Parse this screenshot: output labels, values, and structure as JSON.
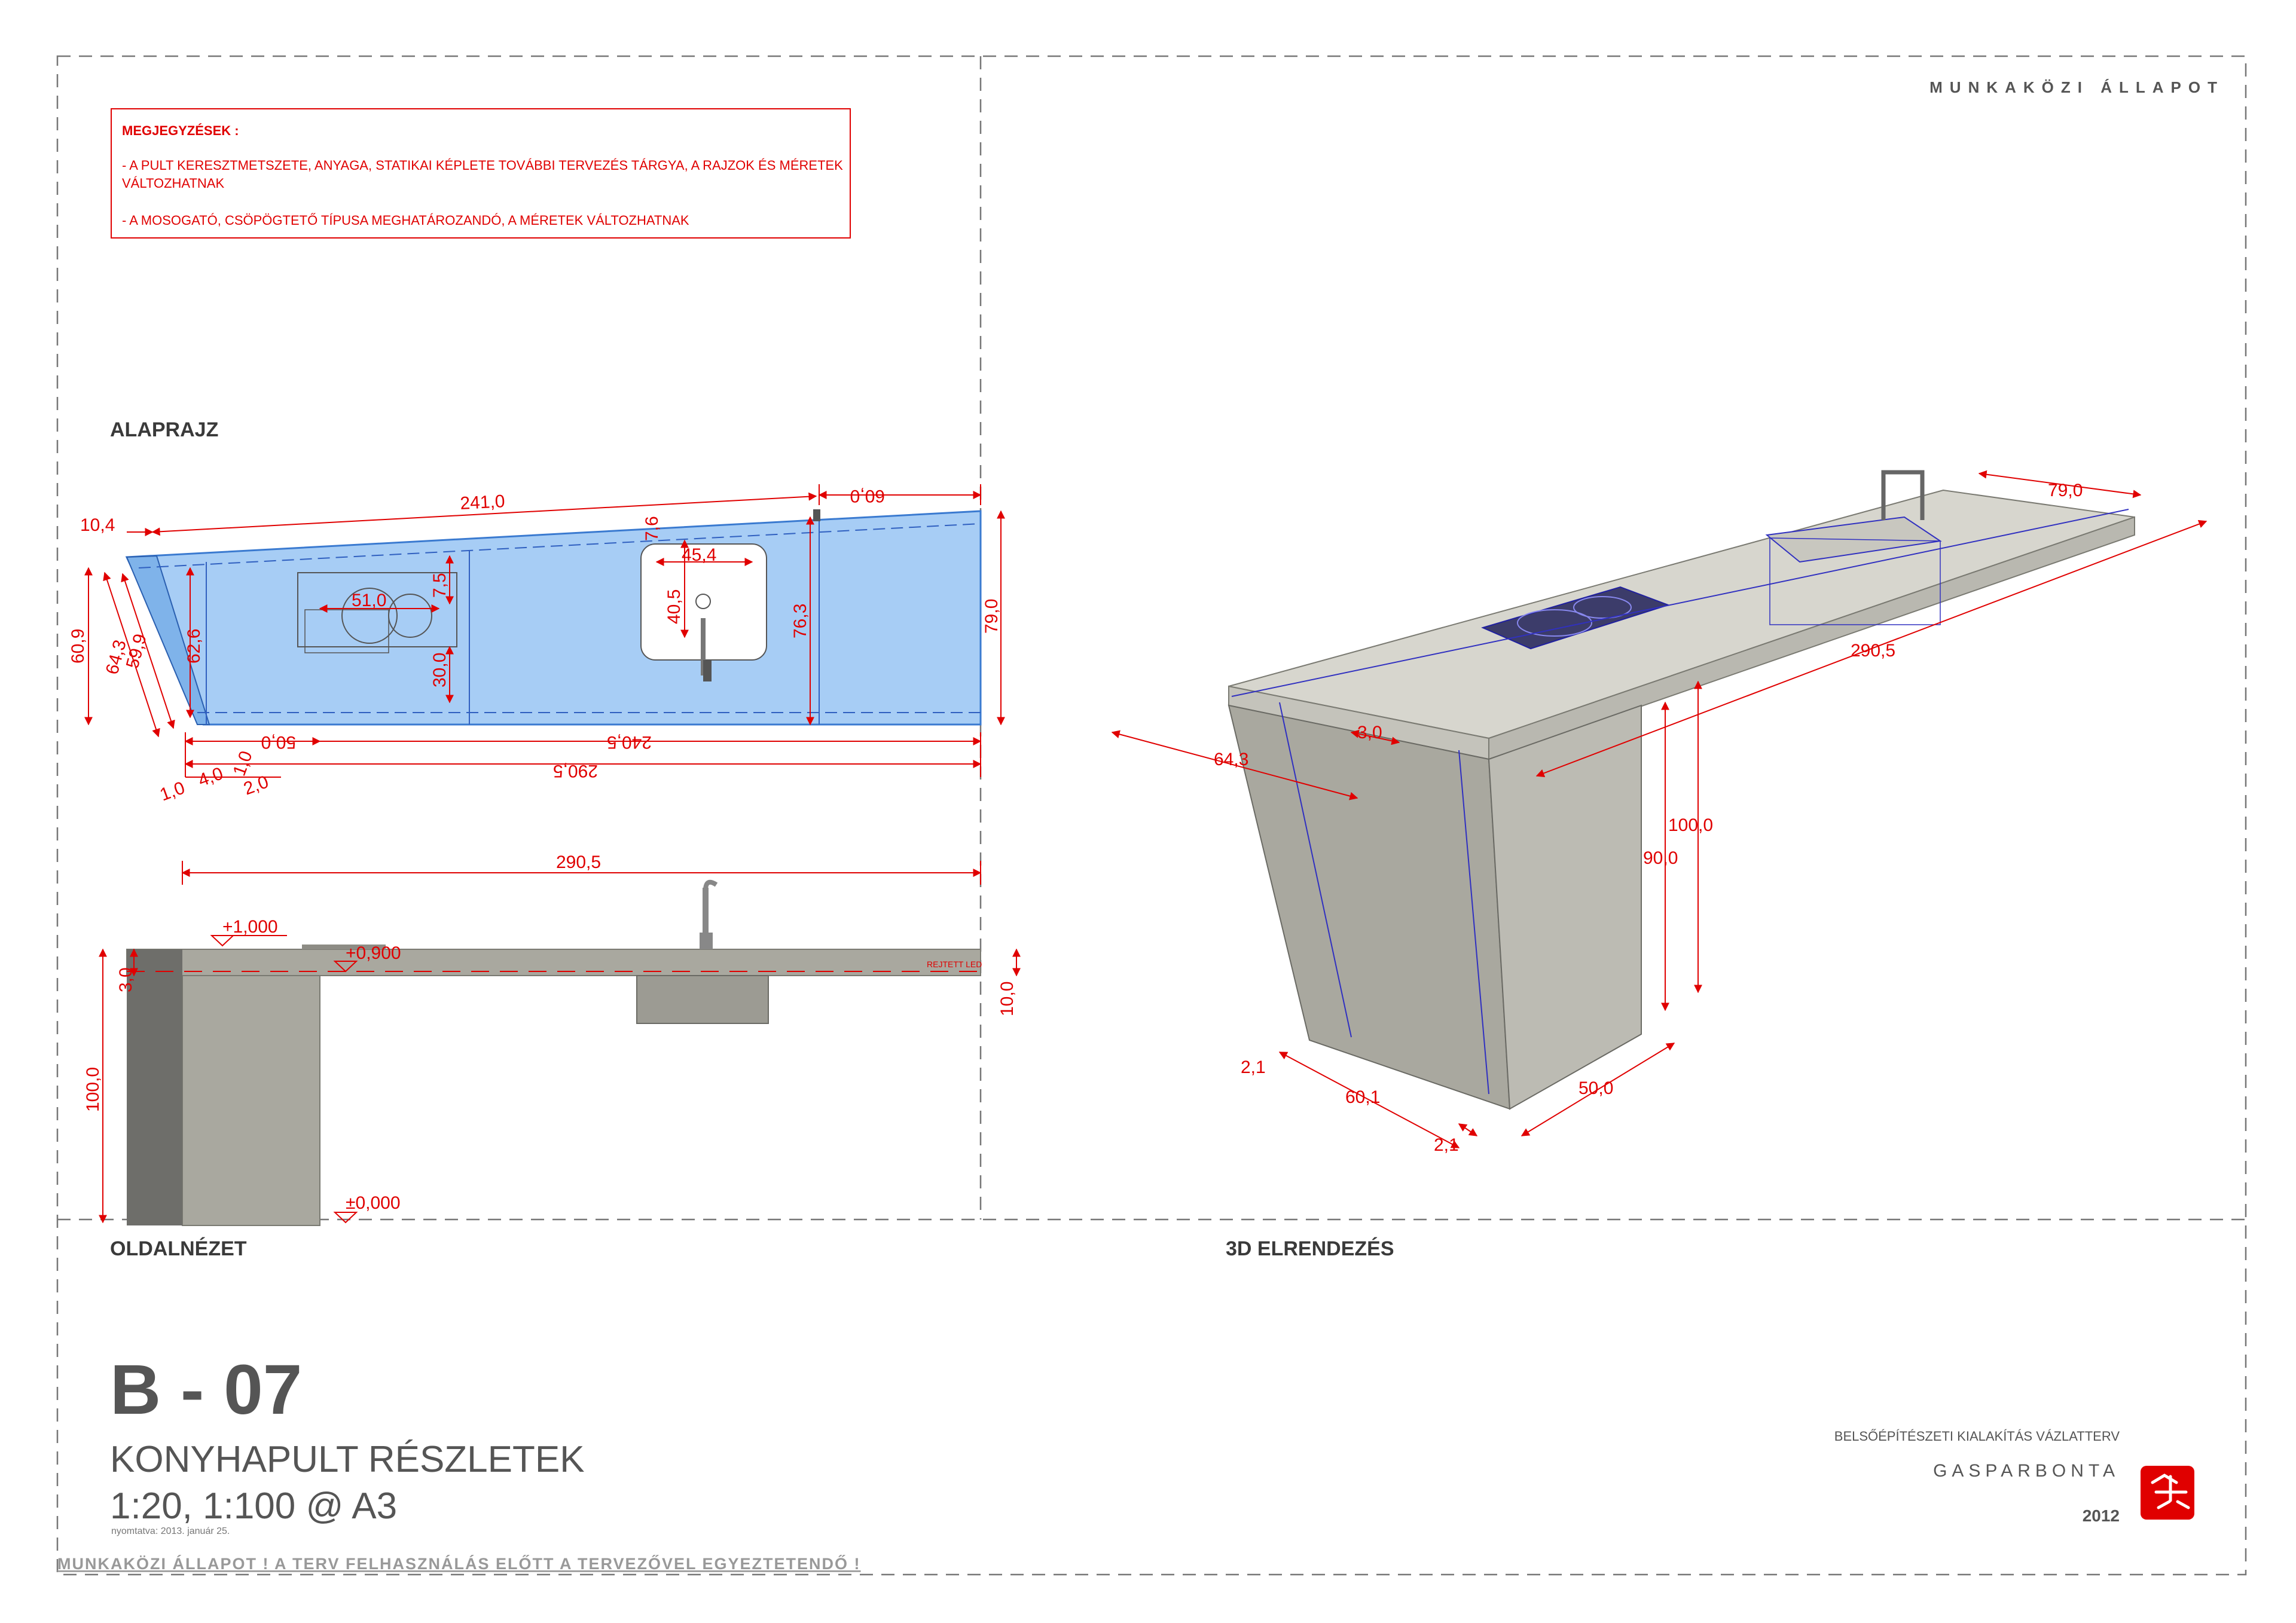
{
  "header": {
    "status": "MUNKAKÖZI ÁLLAPOT"
  },
  "notes": {
    "title": "MEGJEGYZÉSEK :",
    "line1": "- A PULT KERESZTMETSZETE, ANYAGA, STATIKAI KÉPLETE TOVÁBBI TERVEZÉS TÁRGYA, A RAJZOK ÉS MÉRETEK",
    "line2": "VÁLTOZHATNAK",
    "line3": "- A MOSOGATÓ, CSÖPÖGTETŐ TÍPUSA MEGHATÁROZANDÓ, A MÉRETEK VÁLTOZHATNAK"
  },
  "views": {
    "plan": "ALAPRAJZ",
    "side": "OLDALNÉZET",
    "iso": "3D ELRENDEZÉS"
  },
  "plan_dims": {
    "d241": "241,0",
    "d60top": "60,0",
    "d10_4": "10,4",
    "d7_6": "7,6",
    "d45_4": "45,4",
    "d51": "51,0",
    "d7_5": "7,5",
    "d40_5": "40,5",
    "d76_3": "76,3",
    "d79": "79,0",
    "d62_6": "62,6",
    "d30": "30,0",
    "d60_9": "60,9",
    "d64_3": "64,3",
    "d59_9": "59,9",
    "d50": "50,0",
    "d240_5": "240,5",
    "d290_5": "290,5",
    "d1a": "1,0",
    "d4": "4,0",
    "d1b": "1,0",
    "d2": "2,0"
  },
  "side_dims": {
    "d290_5": "290,5",
    "lvl1": "+1,000",
    "lvl09": "+0,900",
    "lvl0": "±0,000",
    "d3": "3,0",
    "d100": "100,0",
    "d10": "10,0",
    "hidden": "REJTETT LED"
  },
  "iso_dims": {
    "d79": "79,0",
    "d290_5": "290,5",
    "d3": "3,0",
    "d64_3": "64,3",
    "d100": "100,0",
    "d90": "90,0",
    "d2_1a": "2,1",
    "d60_1": "60,1",
    "d50": "50,0",
    "d2_1b": "2,1"
  },
  "title_block": {
    "code": "B - 07",
    "name": "KONYHAPULT RÉSZLETEK",
    "scale": "1:20, 1:100 @ A3",
    "printed": "nyomtatva: 2013. január 25.",
    "warning": "MUNKAKÖZI ÁLLAPOT !  A TERV FELHASZNÁLÁS ELŐTT A TERVEZŐVEL EGYEZTETENDŐ !",
    "project": "BELSŐÉPÍTÉSZETI KIALAKÍTÁS VÁZLATTERV",
    "firm": "GASPARBONTA",
    "year": "2012"
  },
  "colors": {
    "dim": "#e00000",
    "plan_fill": "#a7cdf5",
    "counter": "#a9a89f",
    "dark": "#6e6e6a"
  }
}
